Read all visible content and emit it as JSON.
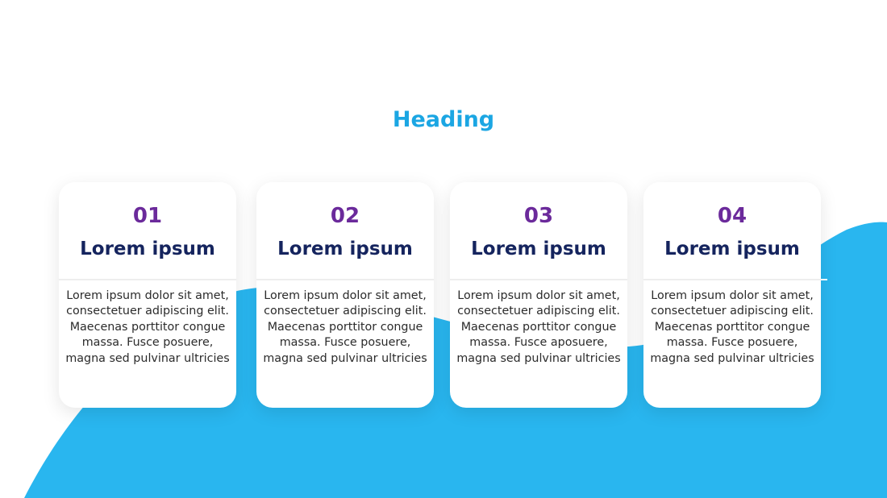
{
  "slide": {
    "heading": "Heading",
    "colors": {
      "accent": "#1ba6e3",
      "wave": "#29b6ef",
      "number": "#6b2a9b",
      "title": "#15245e",
      "body": "#2b2b2b"
    },
    "cards": [
      {
        "number": "01",
        "title": "Lorem ipsum",
        "text": "Lorem ipsum dolor sit amet, consectetuer adipiscing elit. Maecenas porttitor congue massa. Fusce posuere, magna sed pulvinar ultricies"
      },
      {
        "number": "02",
        "title": "Lorem ipsum",
        "text": "Lorem ipsum dolor sit amet, consectetuer adipiscing elit. Maecenas porttitor congue massa. Fusce posuere, magna sed pulvinar ultricies"
      },
      {
        "number": "03",
        "title": "Lorem ipsum",
        "text": "Lorem ipsum dolor sit amet, consectetuer adipiscing elit. Maecenas porttitor congue massa. Fusce aposuere, magna sed pulvinar ultricies"
      },
      {
        "number": "04",
        "title": "Lorem ipsum",
        "text": "Lorem ipsum dolor sit amet, consectetuer adipiscing elit. Maecenas porttitor congue massa. Fusce posuere, magna sed pulvinar ultricies"
      }
    ]
  }
}
